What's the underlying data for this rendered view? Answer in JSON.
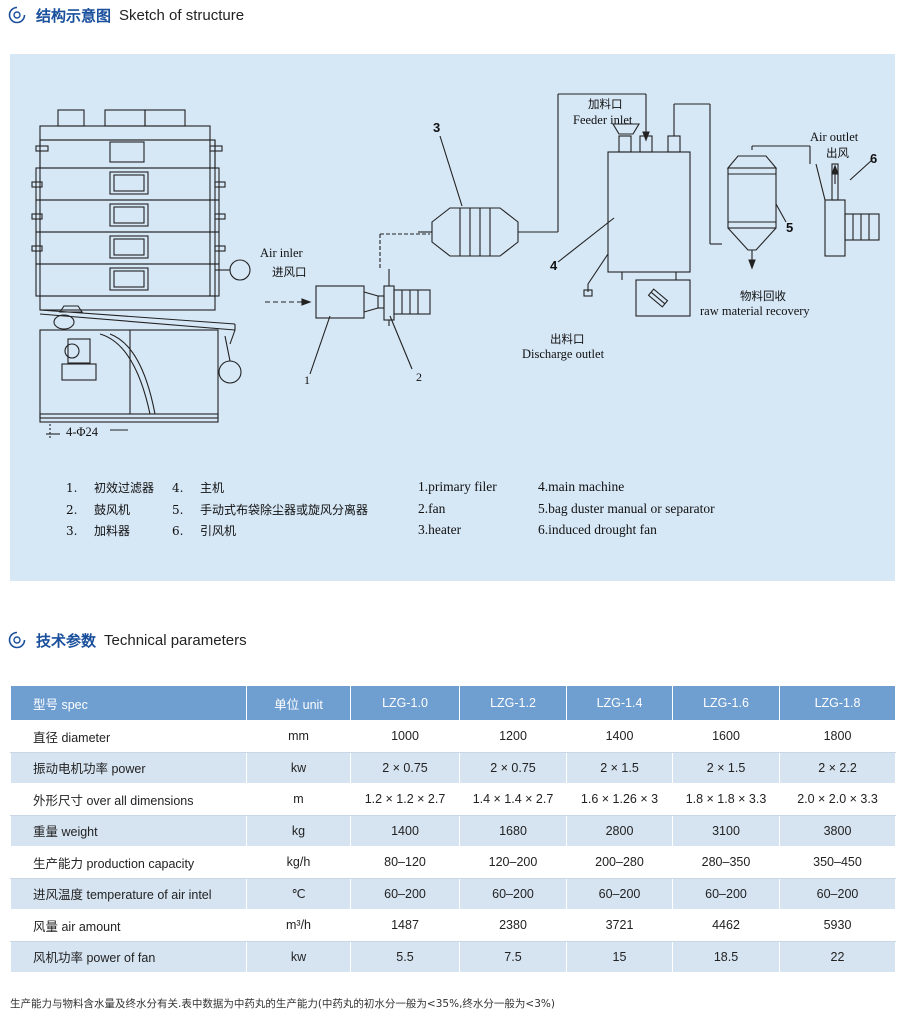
{
  "sections": {
    "sketch": {
      "title_zh": "结构示意图",
      "title_en": "Sketch of structure"
    },
    "params": {
      "title_zh": "技术参数",
      "title_en": "Technical parameters"
    }
  },
  "diagram": {
    "air_inlet_en": "Air inler",
    "air_inlet_zh": "进风口",
    "feeder_zh": "加料口",
    "feeder_en": "Feeder inlet",
    "air_outlet_en": "Air outlet",
    "air_outlet_zh": "出风",
    "recovery_zh": "物料回收",
    "recovery_en": "raw material recovery",
    "discharge_zh": "出料口",
    "discharge_en": "Discharge outlet",
    "bolt_label": "4-Φ24",
    "callouts": {
      "c1": "1",
      "c2": "2",
      "c3": "3",
      "c4": "4",
      "c5": "5",
      "c6": "6"
    }
  },
  "legend_zh": [
    {
      "n": "1.",
      "text": "初效过滤器",
      "n2": "4.",
      "text2": "主机"
    },
    {
      "n": "2.",
      "text": "鼓风机",
      "n2": "5.",
      "text2": "手动式布袋除尘器或旋风分离器"
    },
    {
      "n": "3.",
      "text": "加料器",
      "n2": "6.",
      "text2": "引风机"
    }
  ],
  "legend_en": [
    {
      "text": "1.primary filer",
      "text2": "4.main machine"
    },
    {
      "text": "2.fan",
      "text2": "5.bag duster manual or separator"
    },
    {
      "text": "3.heater",
      "text2": "6.induced drought fan"
    }
  ],
  "table": {
    "headers": [
      "型号  spec",
      "单位  unit",
      "LZG-1.0",
      "LZG-1.2",
      "LZG-1.4",
      "LZG-1.6",
      "LZG-1.8"
    ],
    "rows": [
      [
        "直径 diameter",
        "mm",
        "1000",
        "1200",
        "1400",
        "1600",
        "1800"
      ],
      [
        "振动电机功率  power",
        "kw",
        "2 × 0.75",
        "2 × 0.75",
        "2 × 1.5",
        "2 × 1.5",
        "2 × 2.2"
      ],
      [
        "外形尺寸  over all dimensions",
        "m",
        "1.2 × 1.2 × 2.7",
        "1.4 × 1.4 × 2.7",
        "1.6 × 1.26 × 3",
        "1.8 × 1.8 × 3.3",
        "2.0 × 2.0 × 3.3"
      ],
      [
        "重量  weight",
        "kg",
        "1400",
        "1680",
        "2800",
        "3100",
        "3800"
      ],
      [
        "生产能力  production capacity",
        "kg/h",
        "80–120",
        "120–200",
        "200–280",
        "280–350",
        "350–450"
      ],
      [
        "进风温度  temperature of air intel",
        "℃",
        "60–200",
        "60–200",
        "60–200",
        "60–200",
        "60–200"
      ],
      [
        "风量   air amount",
        "m³/h",
        "1487",
        "2380",
        "3721",
        "4462",
        "5930"
      ],
      [
        "风机功率  power of fan",
        "kw",
        "5.5",
        "7.5",
        "15",
        "18.5",
        "22"
      ]
    ]
  },
  "footnote": "生产能力与物料含水量及终水分有关.表中数据为中药丸的生产能力(中药丸的初水分一般为<35%,终水分一般为<3%)",
  "colors": {
    "accent": "#1a4f9c",
    "header_bg": "#6f9ed1",
    "panel_bg": "#d6e7f6",
    "row_alt": "#d6e4f2"
  }
}
